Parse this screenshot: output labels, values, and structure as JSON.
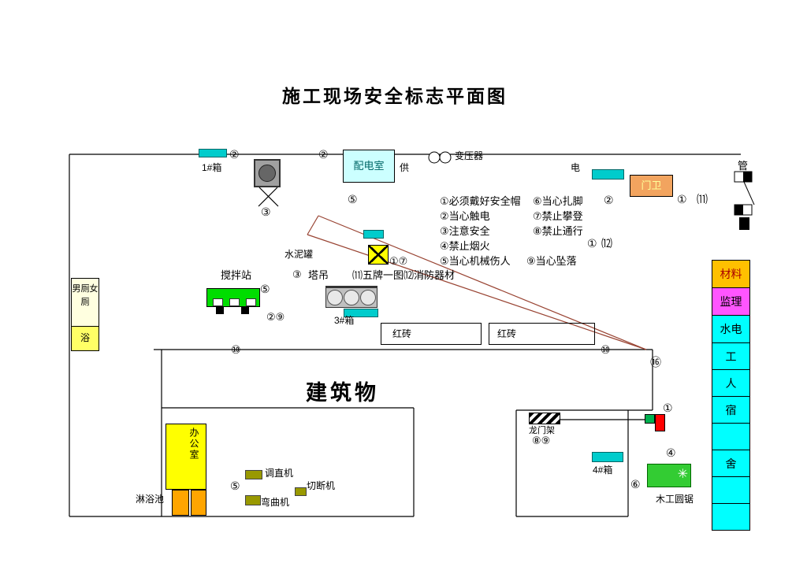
{
  "title": "施工现场安全标志平面图",
  "legend": {
    "rows": [
      {
        "left": "①必须戴好安全帽",
        "right": "⑥当心扎脚"
      },
      {
        "left": "②当心触电",
        "right": "⑦禁止攀登"
      },
      {
        "left": "③注意安全",
        "right": "⑧禁止通行"
      },
      {
        "left": "④禁止烟火",
        "right": ""
      },
      {
        "left": "⑤当心机械伤人",
        "right": "⑨当心坠落"
      }
    ]
  },
  "top": {
    "box1_label": "1#箱",
    "power_room": "配电室",
    "supply": "供",
    "transformer": "变压器",
    "electric": "电",
    "gate_guard": "门卫",
    "pipe": "管"
  },
  "mid": {
    "cement_tank": "水泥罐",
    "mixing_station": "搅拌站",
    "tower_crane": "塔吊",
    "five_boards": "⑾五牌一图⑿消防器材",
    "box3_label": "3#箱",
    "red_brick_left": "红砖",
    "red_brick_right": "红砖",
    "building": "建筑物"
  },
  "left_area": {
    "toilet_top": "男厕女厕",
    "toilet_bottom": "浴"
  },
  "bottom": {
    "office": "办公室",
    "shower": "淋浴池",
    "straightener": "调直机",
    "cutter": "切断机",
    "bender": "弯曲机",
    "gantry": "龙门架",
    "box4_label": "4#箱",
    "wood_saw": "木工圆锯"
  },
  "sidebar": {
    "materials": "材料",
    "supervision": "监理",
    "water_electric": "水电",
    "dorm": [
      "工",
      "人",
      "宿",
      "",
      "舍",
      "",
      ""
    ]
  },
  "markers": {
    "box1": "②",
    "machine": "③",
    "power_left": "②",
    "power_below": "⑤",
    "legend_row1": "②",
    "gate_a": "①",
    "gate_b": "⑾",
    "fire_a": "①",
    "fire_b": "⑿",
    "cement": "①⑦",
    "crane": "③",
    "mixer_right": "⑤",
    "mixer_below": "②⑨",
    "wall_left": "⑩",
    "wall_right": "⑩",
    "corner": "⑯",
    "hoist_area": "①",
    "gantry": "⑧⑨",
    "box4": "④",
    "saw": "⑥",
    "straightener": "⑤"
  },
  "icons": {
    "saw_blade": "✳"
  },
  "colors": {
    "cyan_box": "#00CCCC",
    "power_room_bg": "#CCFFFF",
    "guard_bg": "#F2A45F",
    "mixer_green": "#00DD00",
    "office_yellow": "#FFFF00",
    "shower_orange": "#FFA500",
    "machine_olive": "#999900",
    "saw_green": "#33CC33",
    "materials_yellow": "#FFC000",
    "supervision_magenta": "#FF55FF",
    "dorm_cyan": "#00FFFF",
    "crane_line": "#994433",
    "signal_green": "#00B050",
    "signal_red": "#FF0000"
  }
}
